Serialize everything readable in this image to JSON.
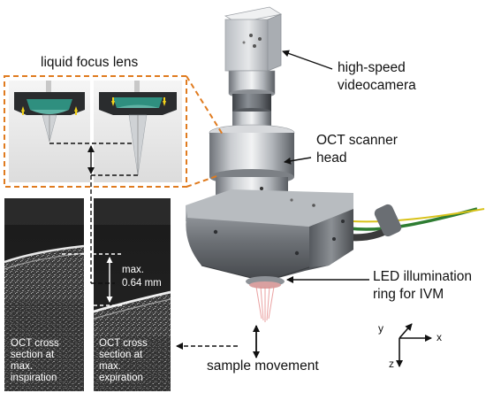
{
  "labels": {
    "liquid_focus_lens": "liquid focus lens",
    "camera_line1": "high-speed",
    "camera_line2": "videocamera",
    "scanner_line1": "OCT scanner",
    "scanner_line2": "head",
    "led_line1": "LED illumination",
    "led_line2": "ring for IVM",
    "sample_movement": "sample movement"
  },
  "oct_left": {
    "line1": "OCT cross",
    "line2": "section at",
    "line3": "max.",
    "line4": "inspiration"
  },
  "oct_right": {
    "line1": "OCT cross",
    "line2": "section at",
    "line3": "max.",
    "line4": "expiration"
  },
  "dimension": {
    "line1": "max.",
    "line2": "0.64 mm"
  },
  "axes": {
    "x": "x",
    "y": "y",
    "z": "z"
  },
  "colors": {
    "highlight_dashed_border": "#e07b1f",
    "lens_teal": "#2f8f7f",
    "lens_arrow_yellow": "#f2d21b",
    "fiber_yellow": "#d8c21a",
    "fiber_green": "#2e7d32",
    "device_gray": "#6b6f74"
  }
}
